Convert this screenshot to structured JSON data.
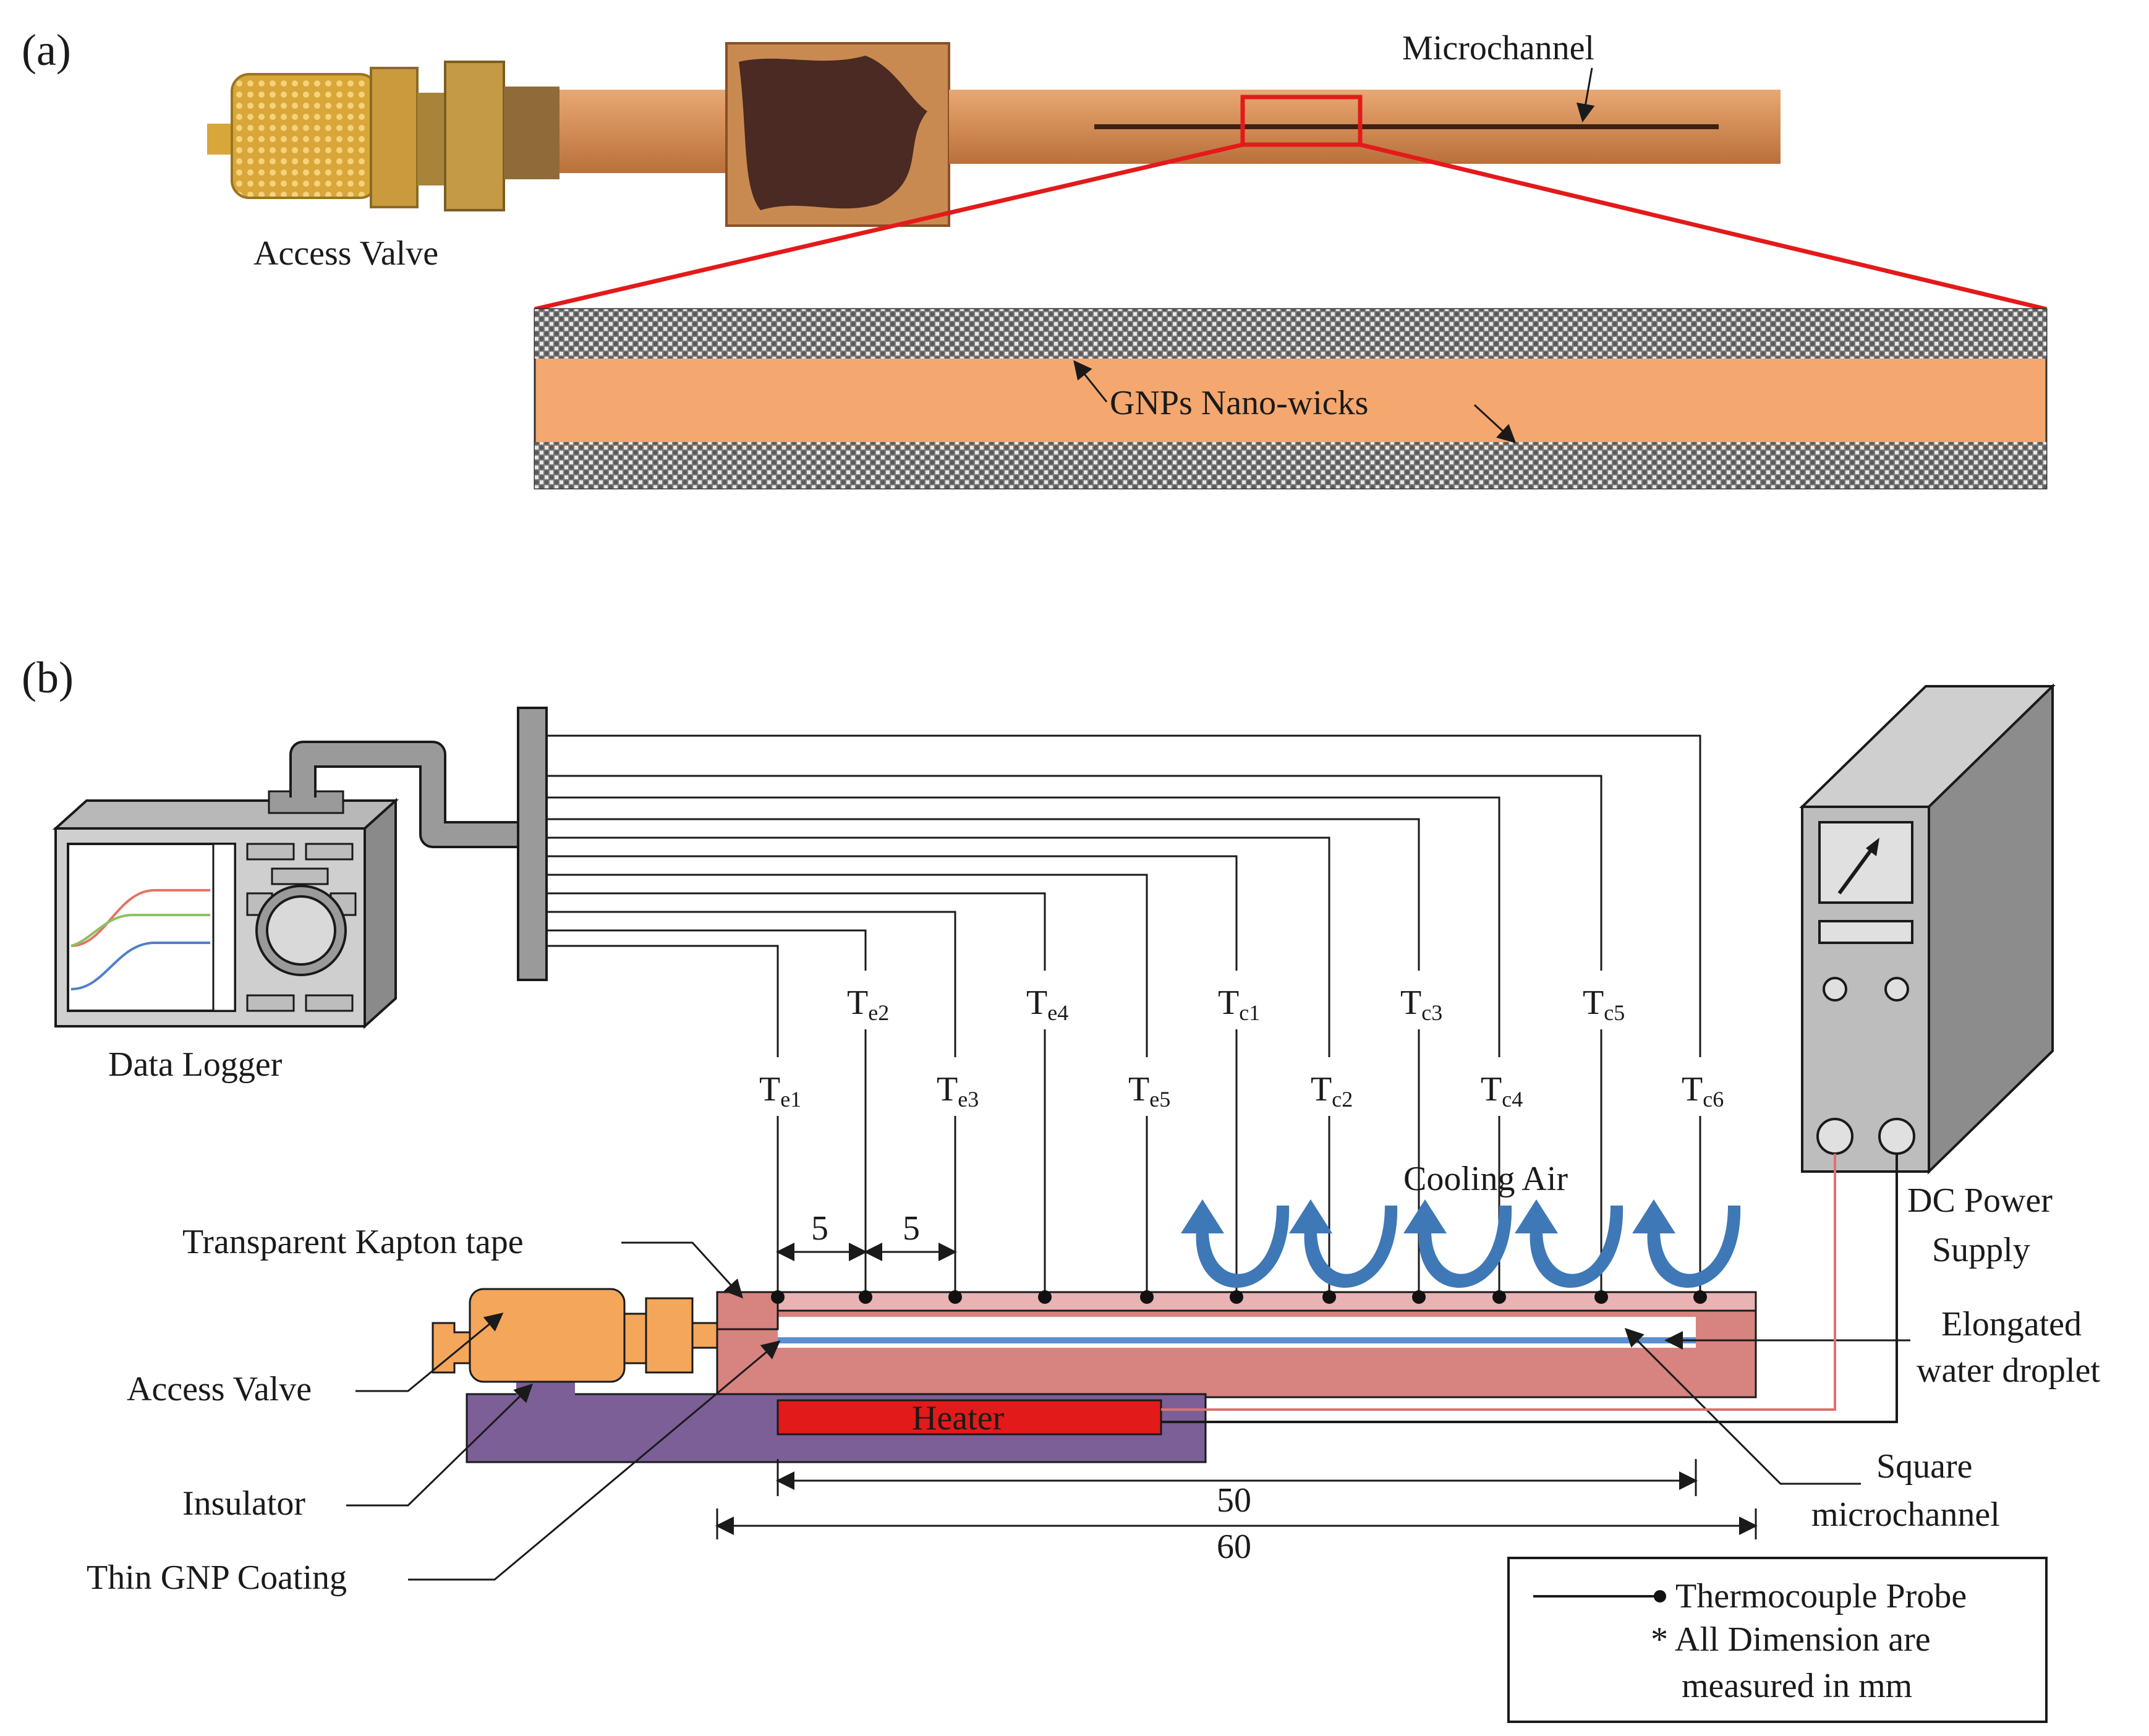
{
  "panel_a": {
    "label": "(a)",
    "callouts": {
      "microchannel": "Microchannel",
      "access_valve": "Access Valve",
      "nano_wicks": "GNPs Nano-wicks"
    }
  },
  "panel_b": {
    "label": "(b)",
    "data_logger": "Data Logger",
    "power_supply_line1": "DC Power",
    "power_supply_line2": "Supply",
    "cooling_air": "Cooling Air",
    "heater": "Heater",
    "callouts": {
      "kapton": "Transparent Kapton tape",
      "access_valve": "Access Valve",
      "insulator": "Insulator",
      "gnp_coating": "Thin GNP Coating",
      "droplet_line1": "Elongated",
      "droplet_line2": "water droplet",
      "microchannel_line1": "Square",
      "microchannel_line2": "microchannel"
    },
    "thermocouples": [
      {
        "main": "T",
        "sub": "e1"
      },
      {
        "main": "T",
        "sub": "e2"
      },
      {
        "main": "T",
        "sub": "e3"
      },
      {
        "main": "T",
        "sub": "e4"
      },
      {
        "main": "T",
        "sub": "e5"
      },
      {
        "main": "T",
        "sub": "c1"
      },
      {
        "main": "T",
        "sub": "c2"
      },
      {
        "main": "T",
        "sub": "c3"
      },
      {
        "main": "T",
        "sub": "c4"
      },
      {
        "main": "T",
        "sub": "c5"
      },
      {
        "main": "T",
        "sub": "c6"
      }
    ],
    "dimensions": {
      "spacing_1": "5",
      "spacing_2": "5",
      "heated_length": "50",
      "total_length": "60"
    },
    "legend": {
      "probe": "Thermocouple Probe",
      "note_line1": "* All Dimension are",
      "note_line2": "measured in mm"
    }
  },
  "colors": {
    "copper": "#c98a52",
    "channel_fill": "#f4a76e",
    "block": "#d7837f",
    "heater": "#e31a1a",
    "insulator": "#7b5f96",
    "valve": "#f4a65b",
    "cooling_arrow": "#3f78b6",
    "zoom_box": "#e31a1a"
  }
}
